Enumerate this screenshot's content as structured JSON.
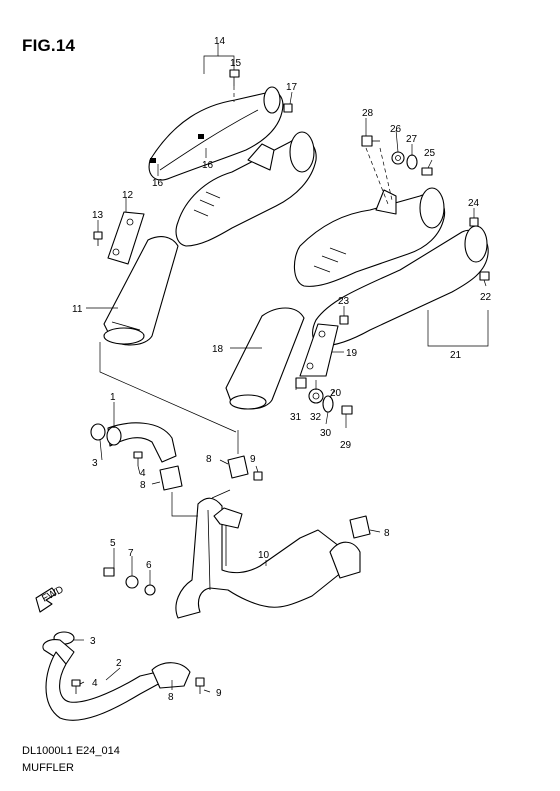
{
  "figure": {
    "title": "FIG.14"
  },
  "footer": {
    "code": "DL1000L1 E24_014",
    "name": "MUFFLER"
  },
  "fwd_marker": {
    "label": "FWD"
  },
  "callouts": {
    "c1": "1",
    "c2": "2",
    "c3a": "3",
    "c3b": "3",
    "c4a": "4",
    "c4b": "4",
    "c5": "5",
    "c6": "6",
    "c7": "7",
    "c8a": "8",
    "c8b": "8",
    "c8c": "8",
    "c8d": "8",
    "c9a": "9",
    "c9b": "9",
    "c10": "10",
    "c11": "11",
    "c12": "12",
    "c13": "13",
    "c14": "14",
    "c15": "15",
    "c16a": "16",
    "c16b": "16",
    "c17": "17",
    "c18": "18",
    "c19": "19",
    "c20": "20",
    "c21": "21",
    "c22": "22",
    "c23": "23",
    "c24": "24",
    "c25": "25",
    "c26": "26",
    "c27": "27",
    "c28": "28",
    "c29": "29",
    "c30": "30",
    "c31": "31",
    "c32": "32"
  }
}
